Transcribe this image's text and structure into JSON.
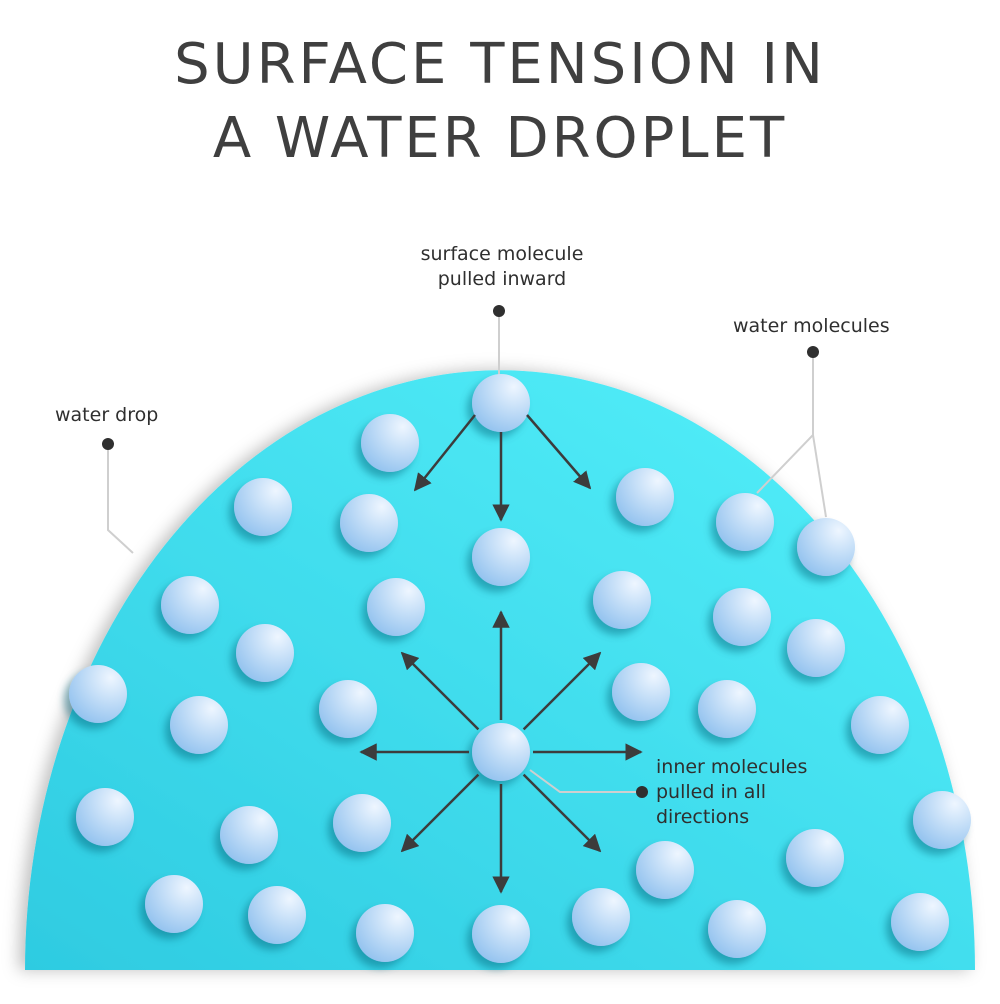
{
  "title": {
    "line1": "SURFACE TENSION IN",
    "line2": "A WATER DROPLET"
  },
  "labels": {
    "surface_molecule": {
      "line1": "surface molecule",
      "line2": "pulled inward"
    },
    "water_molecules": "water molecules",
    "water_drop": "water drop",
    "inner_molecules": {
      "line1": "inner molecules",
      "line2": "pulled in all",
      "line3": "directions"
    }
  },
  "colors": {
    "drop_light": "#56f1fb",
    "drop_dark": "#2ecbe1",
    "molecule_light": "#eef6ff",
    "molecule_dark": "#8fc0ee",
    "arrow": "#3c3c3c",
    "leader_line": "#cfcfcf",
    "dot": "#2f2f2f",
    "title_text": "#3f3f3f"
  }
}
